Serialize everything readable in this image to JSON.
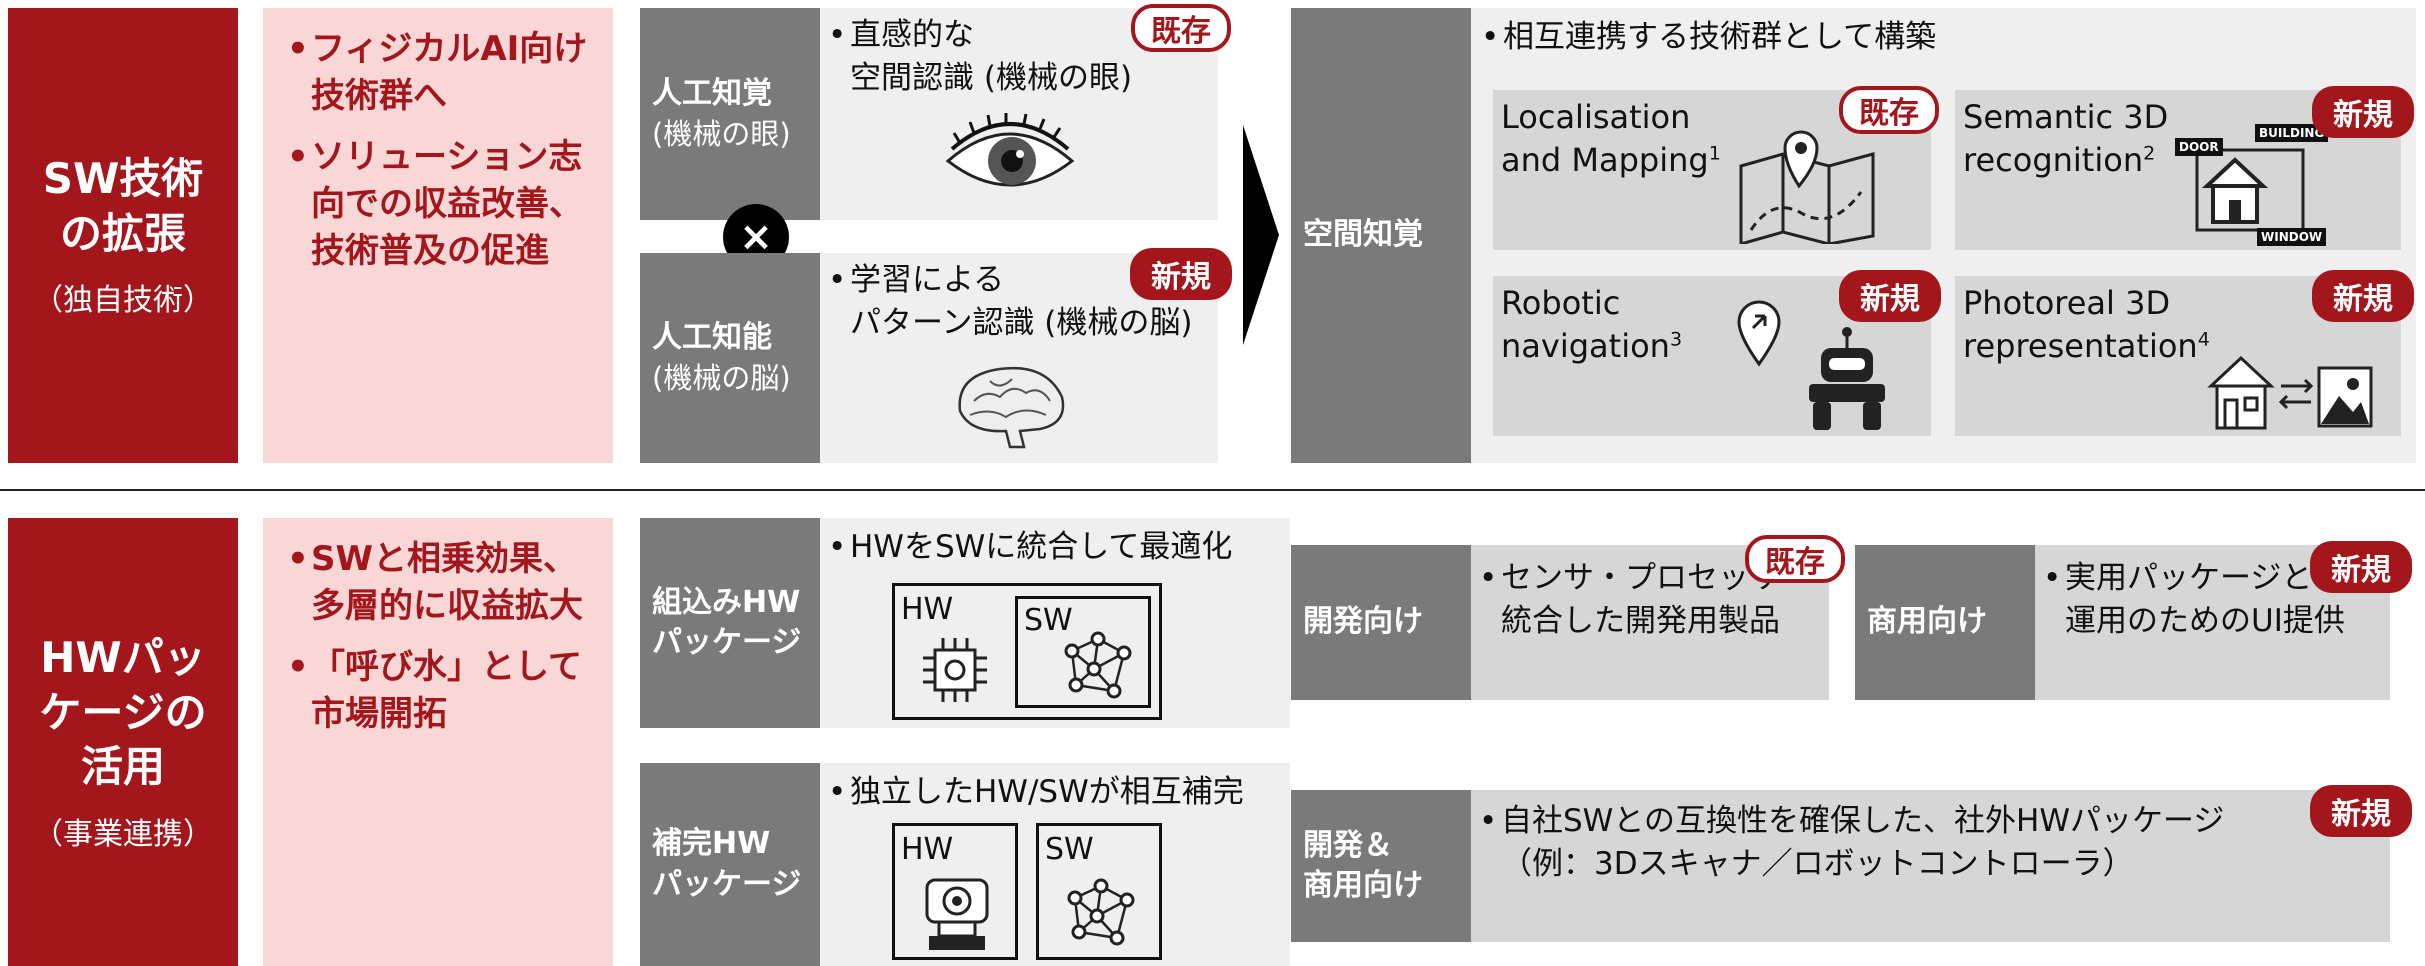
{
  "top": {
    "left_title": "SW技術の拡張",
    "left_sub": "（独自技術）",
    "points": [
      "フィジカルAI向け技術群へ",
      "ソリューション志向での収益改善、技術普及の促進"
    ],
    "perception": {
      "title": "人工知覚",
      "sub": "(機械の眼)",
      "bullet_line1": "直感的な",
      "bullet_line2": "空間認識 (機械の眼)",
      "badge": "既存"
    },
    "cross_symbol": "×",
    "intelligence": {
      "title": "人工知能",
      "sub": "(機械の脳)",
      "bullet_line1": "学習による",
      "bullet_line2": "パターン認識 (機械の脳)",
      "badge": "新規"
    },
    "spatial": {
      "label": "空間知覚",
      "bullet": "相互連携する技術群として構築",
      "techs": [
        {
          "line1": "Localisation",
          "line2": "and Mapping",
          "sup": "1",
          "badge": "既存"
        },
        {
          "line1": "Semantic 3D",
          "line2": "recognition",
          "sup": "2",
          "badge": "新規",
          "tags": [
            "DOOR",
            "BUILDING",
            "WINDOW"
          ]
        },
        {
          "line1": "Robotic",
          "line2": "navigation",
          "sup": "3",
          "badge": "新規"
        },
        {
          "line1": "Photoreal 3D",
          "line2": "representation",
          "sup": "4",
          "badge": "新規"
        }
      ]
    }
  },
  "bottom": {
    "left_title": "HWパッケージの活用",
    "left_sub": "（事業連携）",
    "points": [
      "SWと相乗効果、多層的に収益拡大",
      "「呼び水」として市場開拓"
    ],
    "embedded": {
      "title_line1": "組込みHW",
      "title_line2": "パッケージ",
      "bullet": "HWをSWに統合して最適化",
      "hw": "HW",
      "sw": "SW"
    },
    "complement": {
      "title_line1": "補完HW",
      "title_line2": "パッケージ",
      "bullet": "独立したHW/SWが相互補完",
      "hw": "HW",
      "sw": "SW"
    },
    "dev": {
      "label": "開発向け",
      "line1": "センサ・プロセッサ",
      "line2": "統合した開発用製品",
      "badge": "既存"
    },
    "commercial": {
      "label": "商用向け",
      "line1": "実用パッケージと",
      "line2": "運用のためのUI提供",
      "badge": "新規"
    },
    "devcom": {
      "label_line1": "開発＆",
      "label_line2": "商用向け",
      "line1": "自社SWとの互換性を確保した、社外HWパッケージ",
      "line2": "（例：3Dスキャナ／ロボットコントローラ）",
      "badge": "新規"
    }
  },
  "colors": {
    "accent": "#a3161c",
    "pink": "#f9d7d7",
    "gray_head": "#7a7a7a",
    "light": "#efefef",
    "mid": "#d6d6d6"
  }
}
